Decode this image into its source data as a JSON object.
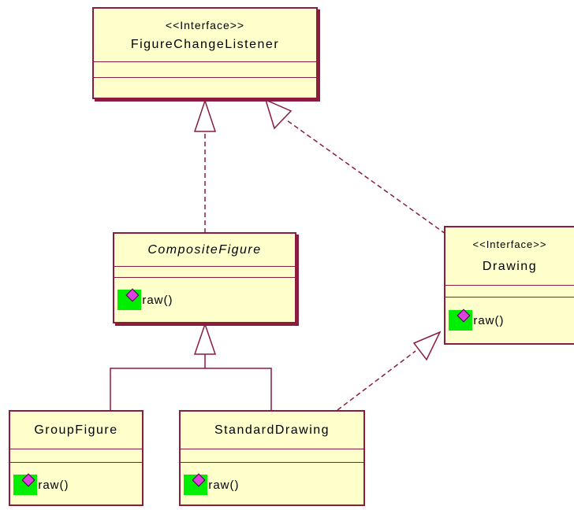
{
  "classes": {
    "figure_change_listener": {
      "stereotype": "<<Interface>>",
      "name": "FigureChangeListener"
    },
    "composite_figure": {
      "name": "CompositeFigure",
      "method": "draw()"
    },
    "drawing": {
      "stereotype": "<<Interface>>",
      "name": "Drawing",
      "method": "draw()"
    },
    "group_figure": {
      "name": "GroupFigure",
      "method": "draw()"
    },
    "standard_drawing": {
      "name": "StandardDrawing",
      "method": "draw()"
    }
  },
  "colors": {
    "box_fill": "#ffffcc",
    "border": "#8b1c3f",
    "method_icon_bg": "#00ee00",
    "method_icon_diamond": "#e040e0"
  },
  "icons": {
    "method": "public-method-icon"
  }
}
